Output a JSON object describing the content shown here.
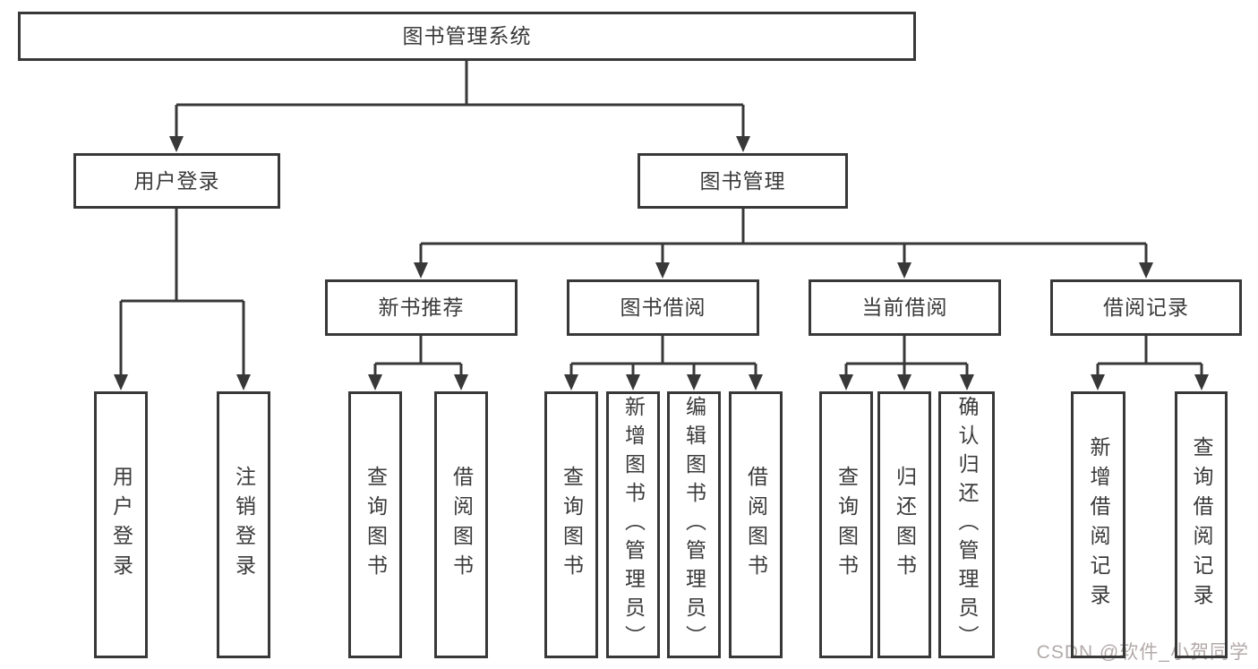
{
  "diagram": {
    "root": {
      "label": "图书管理系统"
    },
    "level2": [
      {
        "label": "用户登录"
      },
      {
        "label": "图书管理"
      }
    ],
    "level3": [
      {
        "label": "新书推荐"
      },
      {
        "label": "图书借阅"
      },
      {
        "label": "当前借阅"
      },
      {
        "label": "借阅记录"
      }
    ],
    "leaves": [
      {
        "label": "用户登录",
        "parent": "用户登录"
      },
      {
        "label": "注销登录",
        "parent": "用户登录"
      },
      {
        "label": "查询图书",
        "parent": "新书推荐"
      },
      {
        "label": "借阅图书",
        "parent": "新书推荐"
      },
      {
        "label": "查询图书",
        "parent": "图书借阅"
      },
      {
        "label": "新增图书（管理员）",
        "parent": "图书借阅"
      },
      {
        "label": "编辑图书（管理员）",
        "parent": "图书借阅"
      },
      {
        "label": "借阅图书",
        "parent": "图书借阅"
      },
      {
        "label": "查询图书",
        "parent": "当前借阅"
      },
      {
        "label": "归还图书",
        "parent": "当前借阅"
      },
      {
        "label": "确认归还（管理员）",
        "parent": "当前借阅"
      },
      {
        "label": "新增借阅记录",
        "parent": "借阅记录"
      },
      {
        "label": "查询借阅记录",
        "parent": "借阅记录"
      }
    ],
    "colors": {
      "line": "#383838",
      "text": "#3a3a3a",
      "background": "#ffffff",
      "watermark": "#b3a9a9"
    }
  },
  "watermark": {
    "text": "CSDN @软件_小贺同学"
  }
}
